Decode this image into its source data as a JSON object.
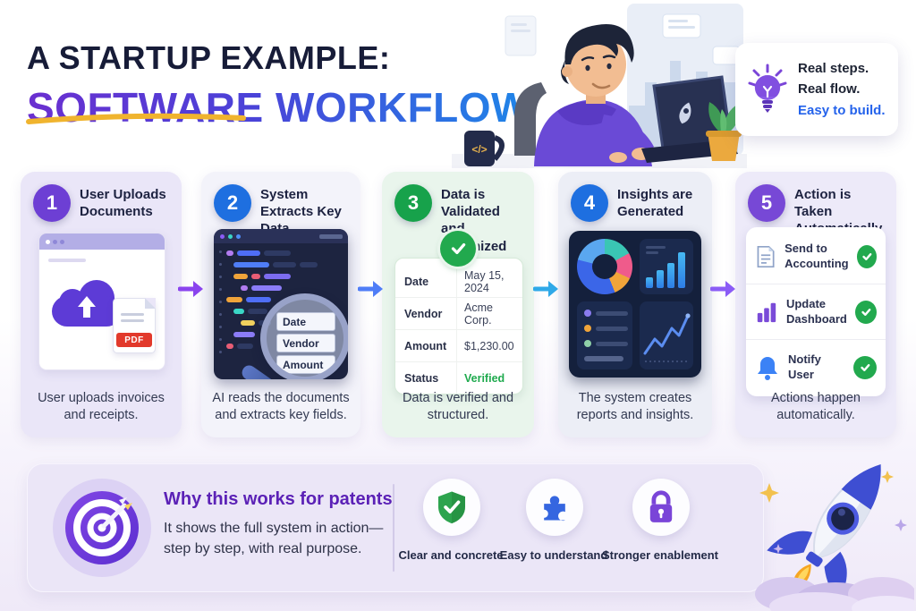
{
  "header": {
    "title_line1": "A STARTUP EXAMPLE:",
    "title_line2": "SOFTWARE WORKFLOW",
    "mug_label": "</>"
  },
  "tip_box": {
    "line1": "Real steps.",
    "line2": "Real flow.",
    "line3": "Easy to build."
  },
  "steps": [
    {
      "number": "1",
      "title": "User Uploads Documents",
      "caption": "User uploads invoices and receipts.",
      "pdf_label": "PDF"
    },
    {
      "number": "2",
      "title": "System Extracts Key Data",
      "caption": "AI reads the documents and extracts key fields.",
      "magnifier_fields": [
        "Date",
        "Vendor",
        "Amount"
      ]
    },
    {
      "number": "3",
      "title": "Data is Validated and Organized",
      "caption": "Data is verified and structured.",
      "table_rows": [
        {
          "label": "Date",
          "value": "May 15, 2024"
        },
        {
          "label": "Vendor",
          "value": "Acme Corp."
        },
        {
          "label": "Amount",
          "value": "$1,230.00"
        },
        {
          "label": "Status",
          "value": "Verified"
        }
      ]
    },
    {
      "number": "4",
      "title": "Insights are Generated",
      "caption": "The system creates reports and insights."
    },
    {
      "number": "5",
      "title": "Action is Taken Automatically",
      "caption": "Actions happen automatically.",
      "actions": [
        "Send to Accounting",
        "Update Dashboard",
        "Notify User"
      ]
    }
  ],
  "footer": {
    "heading": "Why this works for patents",
    "body": "It shows the full system in action—step by step, with real purpose.",
    "badges": [
      "Clear and concrete",
      "Easy to understand",
      "Stronger enablement"
    ]
  },
  "colors": {
    "title_navy": "#171c38",
    "title_gradient_start": "#6a2fd0",
    "title_gradient_end": "#1e86e8",
    "underline_yellow": "#f0b42e",
    "easy_to_build_blue": "#2563eb",
    "step_accents": [
      "#6d3fd4",
      "#1e6fe0",
      "#17a24b",
      "#1e6fe0",
      "#7748d6"
    ],
    "arrow_colors": [
      "#8b44ee",
      "#4f7df7",
      "#2fa9e8",
      "#8b5cf6"
    ],
    "status_green": "#22a94e",
    "footer_heading_purple": "#5b21b6"
  }
}
